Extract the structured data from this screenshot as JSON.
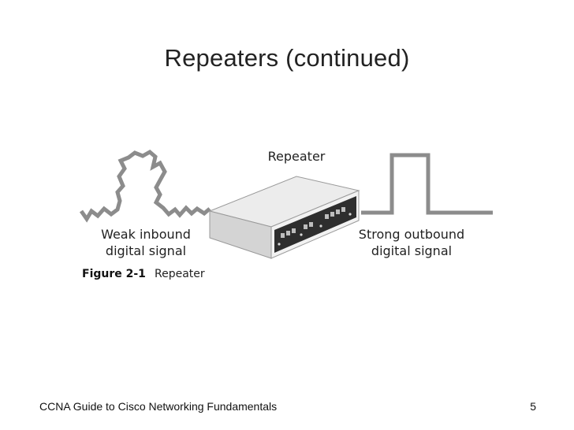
{
  "slide": {
    "title": "Repeaters (continued)"
  },
  "figure": {
    "device_label": "Repeater",
    "input_label_line1": "Weak inbound",
    "input_label_line2": "digital signal",
    "output_label_line1": "Strong outbound",
    "output_label_line2": "digital signal",
    "caption_number": "Figure 2-1",
    "caption_text": "Repeater"
  },
  "footer": {
    "text": "CCNA Guide to Cisco Networking Fundamentals",
    "page_number": "5"
  },
  "colors": {
    "signal": "#8c8c8c",
    "device_top": "#e9e9e9",
    "device_front": "#2b2b2b",
    "device_side": "#cfcfcf"
  }
}
